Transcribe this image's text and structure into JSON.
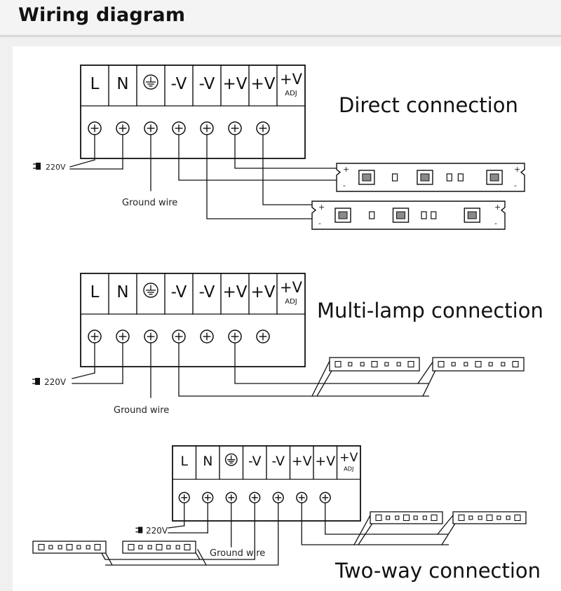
{
  "title": "Wiring diagram",
  "terminal_labels": [
    "L",
    "N",
    "",
    "-V",
    "-V",
    "+V",
    "+V",
    "+V"
  ],
  "adj_label": "ADJ",
  "input_label": "220V",
  "ground_label": "Ground wire",
  "strip_plus": "+",
  "strip_minus": "-",
  "sections": {
    "direct": "Direct connection",
    "multi": "Multi-lamp connection",
    "two_way": "Two-way connection"
  },
  "icons": {
    "ground_symbol": "earth-ground-icon",
    "terminal": "screw-terminal-icon",
    "plug": "mains-plug-icon"
  },
  "colors": {
    "line": "#111111",
    "background": "#ffffff",
    "header_bg": "#f4f4f4",
    "led_chip": "#8a8a8a"
  }
}
